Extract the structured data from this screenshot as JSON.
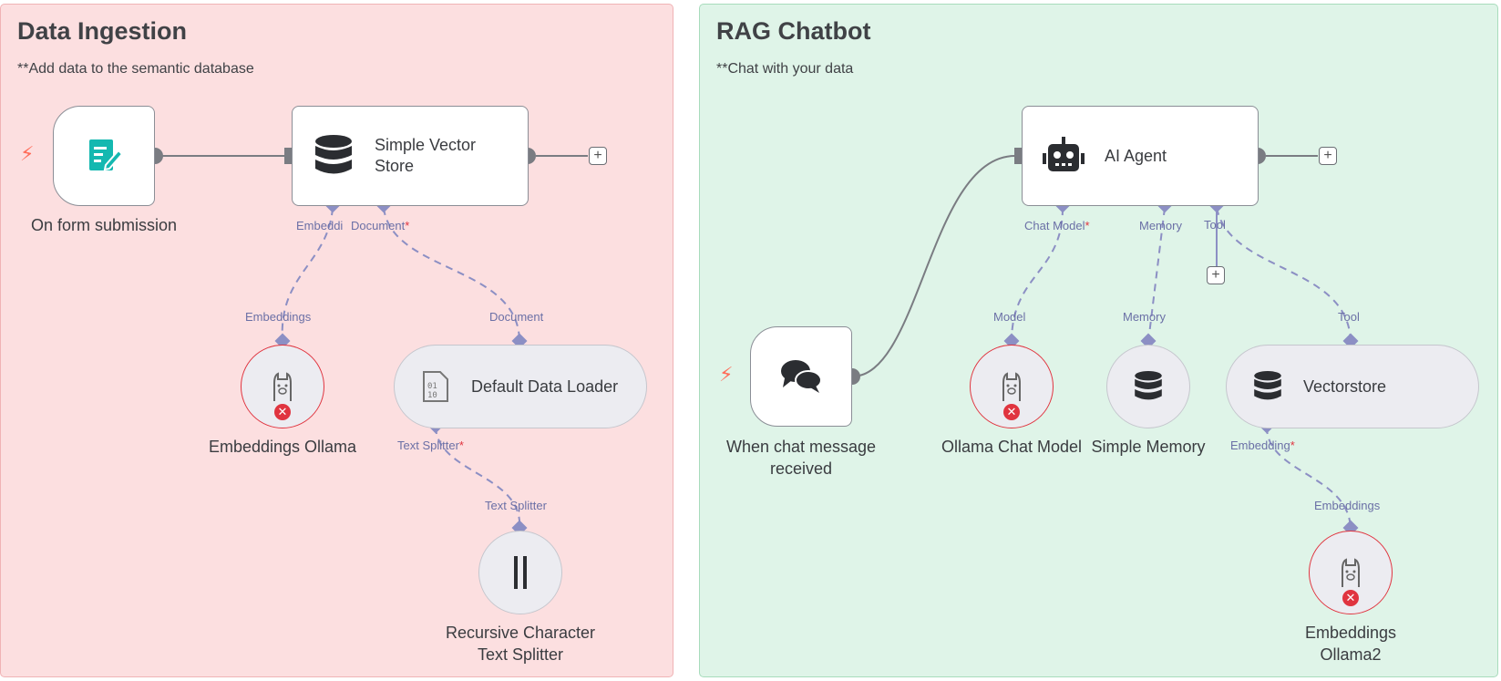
{
  "groups": {
    "ingest": {
      "title": "Data Ingestion",
      "subtitle": "**Add data to the semantic database"
    },
    "rag": {
      "title": "RAG Chatbot",
      "subtitle": "**Chat with your data"
    }
  },
  "nodes": {
    "form_trigger": {
      "label": "On form submission",
      "icon": "form-document-icon"
    },
    "simple_vector_store": {
      "label_line1": "Simple Vector",
      "label_line2": "Store",
      "icon": "database-icon"
    },
    "embeddings_ollama": {
      "label": "Embeddings Ollama",
      "icon": "llama-icon",
      "status": "error"
    },
    "default_data_loader": {
      "label": "Default Data Loader",
      "icon": "binary-file-icon"
    },
    "recursive_splitter": {
      "label_line1": "Recursive Character",
      "label_line2": "Text Splitter",
      "icon": "splitter-icon"
    },
    "chat_trigger": {
      "label_line1": "When chat message",
      "label_line2": "received",
      "icon": "chat-bubbles-icon"
    },
    "ai_agent": {
      "label": "AI Agent",
      "icon": "robot-icon"
    },
    "ollama_chat_model": {
      "label": "Ollama Chat Model",
      "icon": "llama-icon",
      "status": "error"
    },
    "simple_memory": {
      "label": "Simple Memory",
      "icon": "database-icon"
    },
    "vectorstore": {
      "label": "Vectorstore",
      "icon": "database-icon"
    },
    "embeddings_ollama2": {
      "label_line1": "Embeddings",
      "label_line2": "Ollama2",
      "icon": "llama-icon",
      "status": "error"
    }
  },
  "ports": {
    "svs_embedding": "Embeddi",
    "svs_document": "Document",
    "eo_embeddings": "Embeddings",
    "ddl_document": "Document",
    "ddl_text_splitter": "Text Splitter",
    "rs_text_splitter": "Text Splitter",
    "agent_chat_model": "Chat Model",
    "agent_memory": "Memory",
    "agent_tool": "Tool",
    "ocm_model": "Model",
    "sm_memory": "Memory",
    "vs_tool": "Tool",
    "vs_embedding": "Embedding",
    "eo2_embeddings": "Embeddings",
    "required_marker": "*"
  },
  "controls": {
    "plus": "+",
    "bolt": "⚡",
    "error_x": "✕"
  },
  "colors": {
    "ingest_bg": "#fcdfe0",
    "rag_bg": "#dff4e8",
    "port": "#8c8fc4",
    "error": "#e0343f",
    "trigger_bolt": "#ff6d5a",
    "teal_icon": "#14b8b0"
  }
}
